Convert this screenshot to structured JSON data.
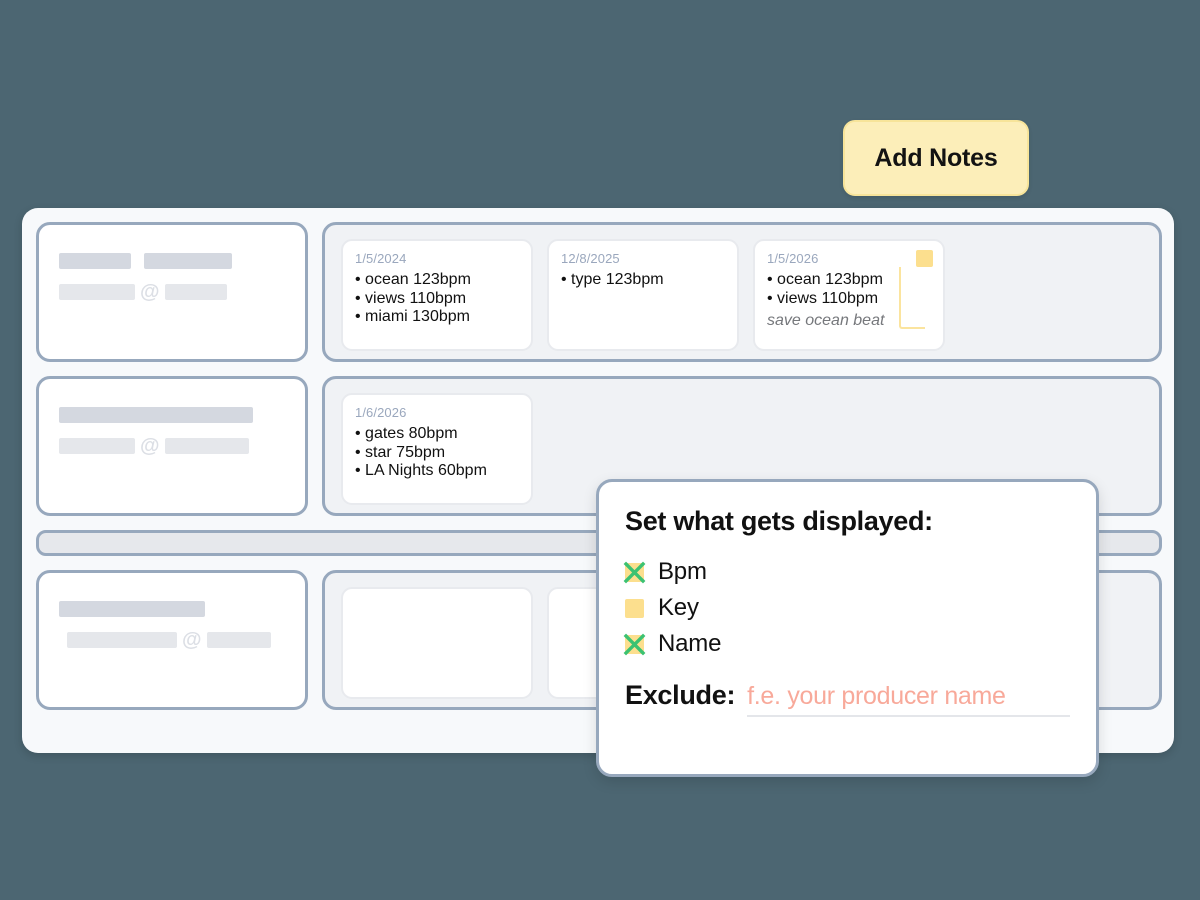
{
  "toolbar": {
    "add_notes_label": "Add Notes"
  },
  "colors": {
    "background": "#4c6672",
    "panel": "#f7f9fb",
    "card_border": "#97a8bd",
    "accent_yellow": "#fcdf8e",
    "button_yellow": "#fceeb9",
    "check_green": "#3cc272",
    "placeholder_salmon": "#f8a99a",
    "date_gray": "#9aa7bd"
  },
  "rows": [
    {
      "skeleton": {
        "top_bars": [
          72,
          88
        ],
        "bottom_left_bar": 76,
        "at_symbol": "@",
        "bottom_right_bar": 62,
        "bottom_indent": 0
      },
      "notes": [
        {
          "date": "1/5/2024",
          "items": [
            "ocean 123bpm",
            "views 110bpm",
            "miami 130bpm"
          ],
          "annotation": "",
          "key_marker": false
        },
        {
          "date": "12/8/2025",
          "items": [
            "type 123bpm"
          ],
          "annotation": "",
          "key_marker": false
        },
        {
          "date": "1/5/2026",
          "items": [
            "ocean 123bpm",
            "views 110bpm"
          ],
          "annotation": "save ocean beat",
          "key_marker": true
        }
      ]
    },
    {
      "skeleton": {
        "top_bars": [
          194
        ],
        "bottom_left_bar": 76,
        "at_symbol": "@",
        "bottom_right_bar": 84,
        "bottom_indent": 0
      },
      "notes": [
        {
          "date": "1/6/2026",
          "items": [
            "gates 80bpm",
            "star 75bpm",
            "LA Nights 60bpm"
          ],
          "annotation": "",
          "key_marker": false
        }
      ]
    },
    {
      "skeleton": {
        "top_bars": [
          146
        ],
        "bottom_left_bar": 110,
        "at_symbol": "@",
        "bottom_right_bar": 64,
        "bottom_indent": 8
      },
      "notes": [
        {
          "date": "",
          "items": [],
          "annotation": "",
          "key_marker": false
        },
        {
          "date": "",
          "items": [],
          "annotation": "",
          "key_marker": false
        },
        {
          "date": "",
          "items": [],
          "annotation": "",
          "key_marker": false
        }
      ]
    }
  ],
  "popup": {
    "title": "Set what gets displayed:",
    "options": [
      {
        "label": "Bpm",
        "checked": true
      },
      {
        "label": "Key",
        "checked": false
      },
      {
        "label": "Name",
        "checked": true
      }
    ],
    "exclude_label": "Exclude:",
    "exclude_value": "",
    "exclude_placeholder": "f.e. your producer name"
  }
}
